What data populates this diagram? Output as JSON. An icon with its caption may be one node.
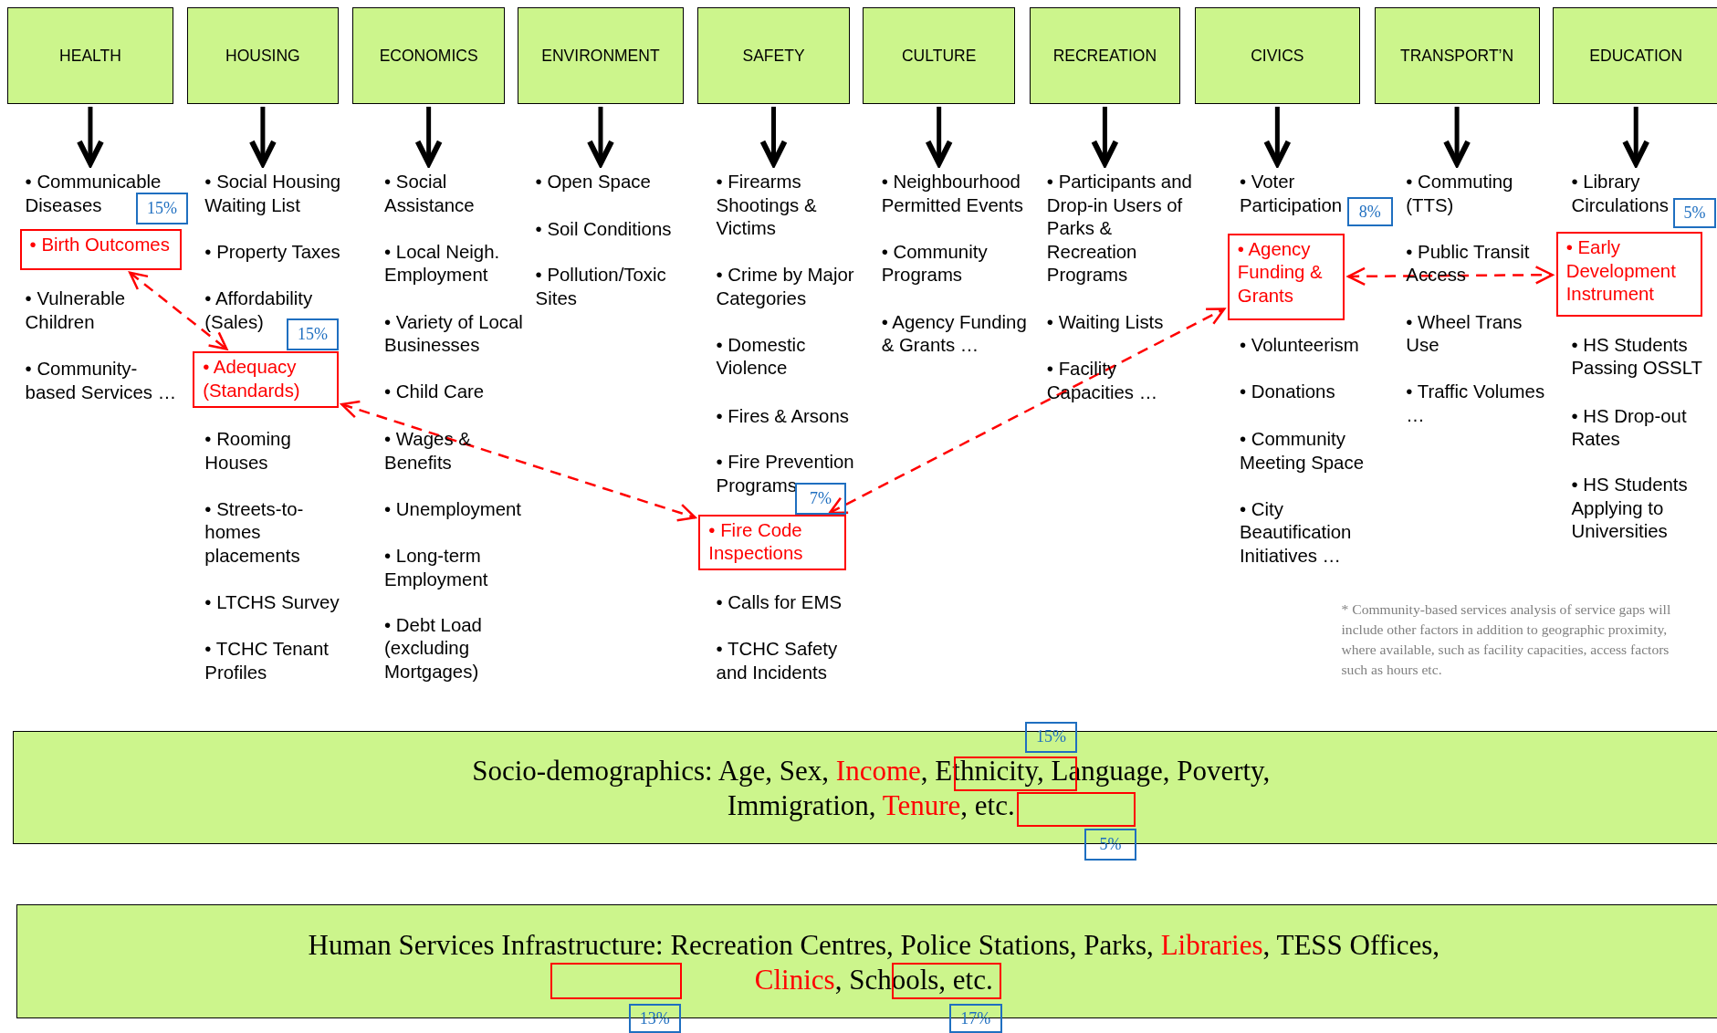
{
  "diagram": {
    "nodes": [
      {
        "text": [
          "HEALTH"
        ]
      },
      {
        "text": [
          "HOUSING"
        ]
      },
      {
        "text": [
          "ECONOMICS"
        ]
      },
      {
        "text": [
          "ENVIRONMENT"
        ]
      },
      {
        "text": [
          "SAFETY"
        ]
      },
      {
        "text": [
          "CULTURE"
        ]
      },
      {
        "text": [
          "RECREATION"
        ]
      },
      {
        "text": [
          "CIVICS"
        ]
      },
      {
        "text": [
          "TRANSPORT’N"
        ]
      },
      {
        "text": [
          "EDUCATION"
        ]
      },
      {
        "text": [
          "• Communicable Diseases",
          "• Vulnerable Children",
          "• Community-based Services …"
        ]
      },
      {
        "text": [
          "15%"
        ]
      },
      {
        "text": [
          "• Birth Outcomes"
        ]
      },
      {
        "text": [
          "• Social Housing Waiting List",
          "• Property Taxes",
          "• Affordability (Sales)",
          "• Rooming Houses",
          "• Streets-to-homes placements",
          "• LTCHS Survey",
          "• TCHC Tenant Profiles"
        ]
      },
      {
        "text": [
          "15%"
        ]
      },
      {
        "text": [
          "• Adequacy (Standards)"
        ]
      },
      {
        "text": [
          "• Social Assistance",
          "• Local Neigh. Employment",
          "• Variety of Local Businesses",
          "• Child Care",
          "• Wages & Benefits",
          "• Unemployment",
          "• Long-term Employment",
          "• Debt Load (excluding Mortgages)"
        ]
      },
      {
        "text": [
          "• Open Space",
          "• Soil Conditions",
          "• Pollution/Toxic Sites"
        ]
      },
      {
        "text": [
          "• Firearms Shootings & Victims",
          "• Crime by Major Categories",
          "• Domestic Violence",
          "• Fires & Arsons",
          "• Fire Prevention Programs",
          "• Calls for EMS",
          "• TCHC Safety and Incidents"
        ]
      },
      {
        "text": [
          "7%"
        ]
      },
      {
        "text": [
          "• Fire Code Inspections"
        ]
      },
      {
        "text": [
          "• Neighbourhood Permitted Events",
          "• Community Programs",
          "• Agency Funding & Grants …"
        ]
      },
      {
        "text": [
          "• Participants and Drop-in Users of Parks & Recreation Programs",
          "• Waiting Lists",
          "• Facility Capacities …"
        ]
      },
      {
        "text": [
          "• Voter Participation",
          "• Volunteerism",
          "• Donations",
          "• Community Meeting Space",
          "• City Beautification Initiatives …"
        ]
      },
      {
        "text": [
          "8%"
        ]
      },
      {
        "text": [
          "• Agency Funding & Grants"
        ]
      },
      {
        "text": [
          "• Commuting (TTS)",
          "• Public Transit Access",
          "• Wheel Trans Use",
          "• Traffic Volumes …"
        ]
      },
      {
        "text": [
          "• Library Circulations",
          "• HS Students Passing OSSLT",
          "• HS Drop-out Rates",
          "• HS Students Applying to Universities"
        ]
      },
      {
        "text": [
          "5%"
        ]
      },
      {
        "text": [
          "• Early Development Instrument"
        ]
      },
      {
        "text": [
          "Socio-demographics: Age, Sex, **Income**, Ethnicity, Language, Poverty, Immigration, **Tenure**, etc."
        ]
      },
      {
        "text": [],
        "shape": "box",
        "in": 30
      },
      {
        "text": [],
        "shape": "box",
        "in": 30
      },
      {
        "text": [
          "15%"
        ]
      },
      {
        "text": [
          "5%"
        ]
      },
      {
        "text": [
          "Human Services Infrastructure: Recreation Centres, Police Stations, Parks, **Libraries**, TESS Offices, **Clinics**, Schools, etc."
        ]
      },
      {
        "text": [],
        "shape": "box",
        "in": 35
      },
      {
        "text": [],
        "shape": "box",
        "in": 35
      },
      {
        "text": [
          "13%"
        ]
      },
      {
        "text": [
          "17%"
        ]
      }
    ],
    "edges": [
      {
        "from": 0,
        "to": 10,
        "arrow": "to"
      },
      {
        "from": 1,
        "to": 13,
        "arrow": "to"
      },
      {
        "from": 2,
        "to": 16,
        "arrow": "to"
      },
      {
        "from": 3,
        "to": 17,
        "arrow": "to"
      },
      {
        "from": 4,
        "to": 18,
        "arrow": "to"
      },
      {
        "from": 5,
        "to": 21,
        "arrow": "to"
      },
      {
        "from": 6,
        "to": 22,
        "arrow": "to"
      },
      {
        "from": 7,
        "to": 23,
        "arrow": "to"
      },
      {
        "from": 8,
        "to": 26,
        "arrow": "to"
      },
      {
        "from": 9,
        "to": 27,
        "arrow": "to"
      },
      {
        "from": 12,
        "to": 15,
        "arrow": "both",
        "style": "dashed",
        "color": "#ff0000"
      },
      {
        "from": 15,
        "to": 20,
        "arrow": "both",
        "style": "dashed",
        "color": "#ff0000"
      },
      {
        "from": 20,
        "to": 25,
        "arrow": "both",
        "style": "dashed",
        "color": "#ff0000"
      },
      {
        "from": 25,
        "to": 29,
        "arrow": "both",
        "style": "dashed",
        "color": "#ff0000"
      }
    ],
    "labels": [
      "* Community-based services analysis of service gaps will include other factors in addition to geographic proximity, where available, such as facility capacities, access factors such as hours etc."
    ]
  }
}
